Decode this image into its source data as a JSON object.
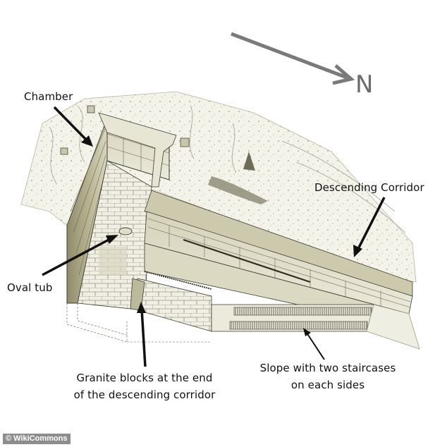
{
  "diagram": {
    "compass": {
      "letter": "N",
      "arrow_color": "#7a7a7a",
      "letter_color": "#6b6b6b"
    },
    "labels": {
      "chamber": "Chamber",
      "descending_corridor": "Descending Corridor",
      "oval_tub": "Oval tub",
      "granite_blocks_line1": "Granite blocks at the end",
      "granite_blocks_line2": "of the descending corridor",
      "slope_line1": "Slope with two staircases",
      "slope_line2": "on each sides"
    },
    "credit": "© WikiCommons",
    "colors": {
      "background": "#ffffff",
      "ground": "#f4f3ea",
      "stone_light": "#eceadb",
      "stone_mid": "#d8d5bd",
      "stone_dark": "#a9a584",
      "ink": "#3d3b30",
      "arrow": "#111111"
    }
  }
}
